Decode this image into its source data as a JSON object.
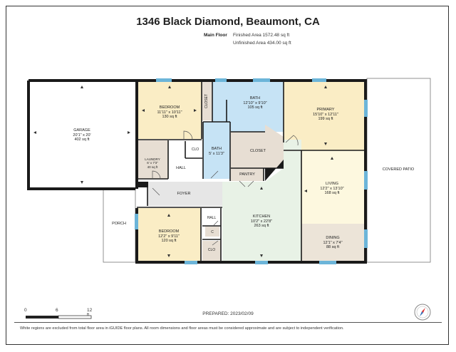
{
  "title": "1346 Black Diamond, Beaumont, CA",
  "floor": {
    "label": "Main Floor",
    "finished_area": "Finished Area 1572.48 sq ft",
    "unfinished_area": "Unfinished Area 434.00 sq ft"
  },
  "rooms": {
    "garage": {
      "name": "GARAGE",
      "dims": "20'1\" x 20'",
      "area": "402 sq ft"
    },
    "bedroom1": {
      "name": "BEDROOM",
      "dims": "11'11\" x 10'11\"",
      "area": "130 sq ft"
    },
    "closet_top": {
      "name": "CLOSET"
    },
    "bath1": {
      "name": "BATH",
      "dims": "12'10\" x 9'10\"",
      "area": "105 sq ft"
    },
    "primary": {
      "name": "PRIMARY",
      "dims": "15'10\" x 12'11\"",
      "area": "199 sq ft"
    },
    "bath2": {
      "name": "BATH",
      "dims": "5' x 11'3\""
    },
    "clo1": {
      "name": "CLO"
    },
    "laundry": {
      "name": "LAUNDRY",
      "dims": "6' x 7'3\"",
      "area": "40 sq ft"
    },
    "hall1": {
      "name": "HALL"
    },
    "closet_mid": {
      "name": "CLOSET"
    },
    "pantry": {
      "name": "PANTRY"
    },
    "covered_patio": {
      "name": "COVERED PATIO"
    },
    "living": {
      "name": "LIVING",
      "dims": "12'2\" x 13'10\"",
      "area": "168 sq ft"
    },
    "foyer": {
      "name": "FOYER"
    },
    "porch": {
      "name": "PORCH"
    },
    "kitchen": {
      "name": "KITCHEN",
      "dims": "10'2\" x 22'8\"",
      "area": "263 sq ft"
    },
    "bedroom2": {
      "name": "BEDROOM",
      "dims": "12'2\" x 9'11\"",
      "area": "120 sq ft"
    },
    "hall2": {
      "name": "HALL"
    },
    "c_small": {
      "name": "C"
    },
    "clo2": {
      "name": "CLO"
    },
    "dining": {
      "name": "DINING",
      "dims": "12'1\" x 7'4\"",
      "area": "88 sq ft"
    }
  },
  "scale": {
    "labels": [
      "0",
      "6",
      "12"
    ],
    "unit": "ft"
  },
  "prepared": "PREPARED: 2023/02/09",
  "footer": "White regions are excluded from total floor area in iGUIDE floor plans. All room dimensions and floor areas must be considered approximate and are subject to independent verification.",
  "colors": {
    "bedroom": "#faedc5",
    "bath": "#c6e3f5",
    "closet": "#e7ded3",
    "hall": "#e6e6e6",
    "kitchen": "#e8f2e6",
    "living": "#fdf8df",
    "dining": "#ece4d8",
    "window": "#6cb5d9",
    "wall": "#1a1a1a"
  }
}
